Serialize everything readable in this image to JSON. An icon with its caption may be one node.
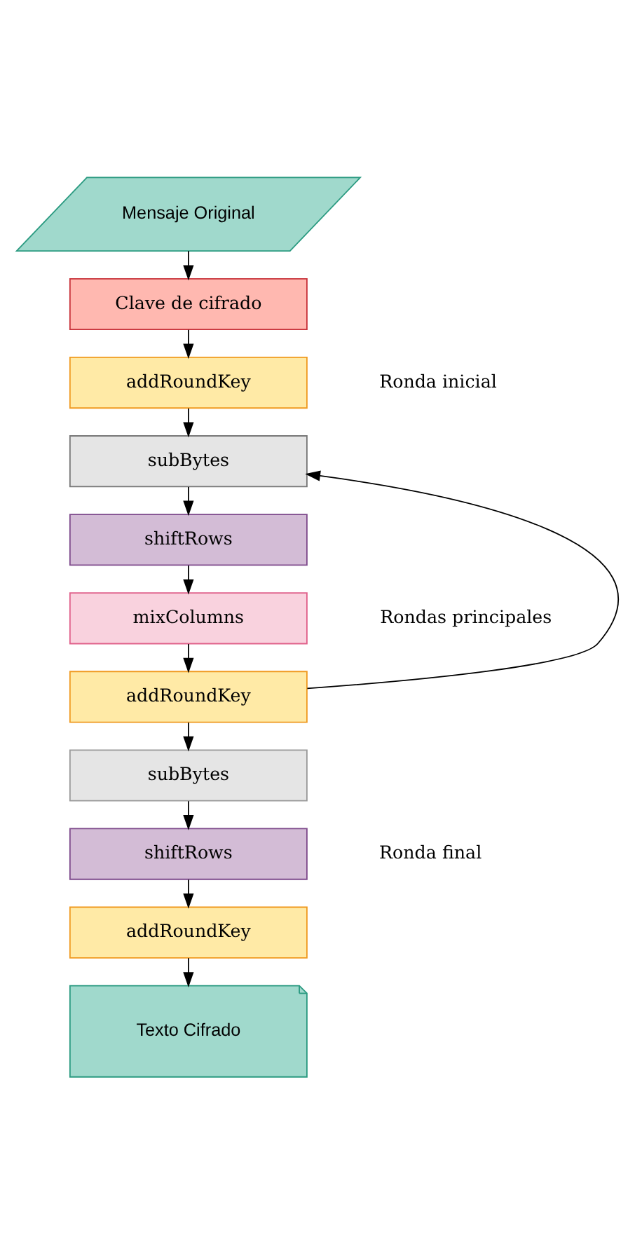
{
  "diagram": {
    "nodes": [
      {
        "text": [
          "Mensaje Original"
        ]
      },
      {
        "text": [
          "Clave de cifrado"
        ]
      },
      {
        "text": [
          "addRoundKey"
        ]
      },
      {
        "text": [
          "subBytes"
        ]
      },
      {
        "text": [
          "shiftRows"
        ]
      },
      {
        "text": [
          "mixColumns"
        ]
      },
      {
        "text": [
          "addRoundKey"
        ]
      },
      {
        "text": [
          "subBytes"
        ]
      },
      {
        "text": [
          "shiftRows"
        ]
      },
      {
        "text": [
          "addRoundKey"
        ]
      },
      {
        "text": [
          "Texto Cifrado"
        ]
      }
    ],
    "edges": [
      {
        "from": 0,
        "to": 1,
        "arrow": "to"
      },
      {
        "from": 1,
        "to": 2,
        "arrow": "to"
      },
      {
        "from": 2,
        "to": 3,
        "arrow": "to"
      },
      {
        "from": 3,
        "to": 4,
        "arrow": "to"
      },
      {
        "from": 4,
        "to": 5,
        "arrow": "to"
      },
      {
        "from": 5,
        "to": 6,
        "arrow": "to"
      },
      {
        "from": 6,
        "to": 3,
        "arrow": "to"
      },
      {
        "from": 6,
        "to": 7,
        "arrow": "to"
      },
      {
        "from": 7,
        "to": 8,
        "arrow": "to"
      },
      {
        "from": 8,
        "to": 9,
        "arrow": "to"
      },
      {
        "from": 9,
        "to": 10,
        "arrow": "to"
      }
    ],
    "labels": [
      "Ronda inicial",
      "Rondas principales",
      "Ronda final"
    ]
  }
}
